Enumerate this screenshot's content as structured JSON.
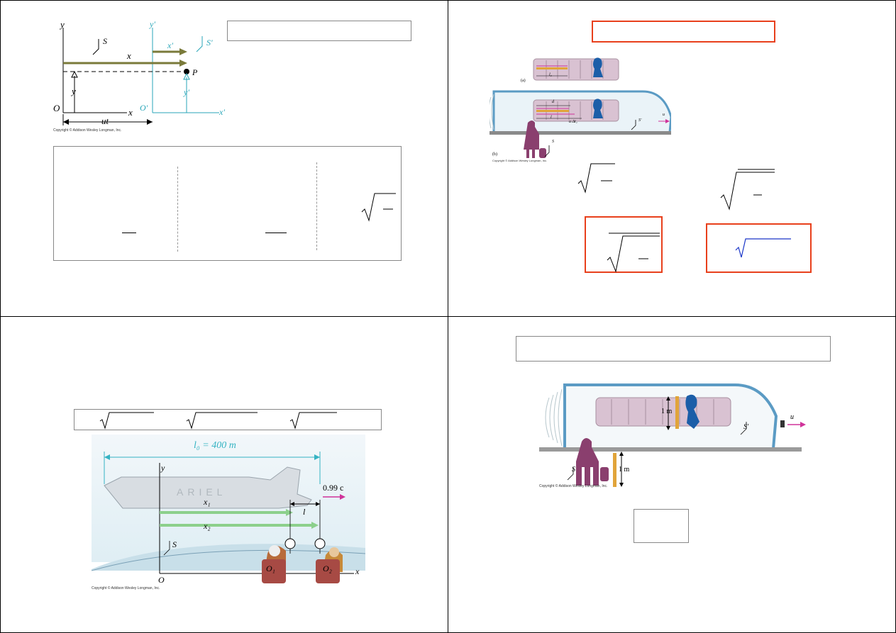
{
  "q1": {
    "figure": {
      "axis_y": "y",
      "axis_x": "x",
      "axis_y_prime": "y'",
      "axis_x_prime": "x'",
      "frame_s": "S",
      "frame_s_prime": "S'",
      "origin": "O",
      "origin_prime": "O'",
      "point": "P",
      "arrow_x": "x",
      "arrow_x_prime": "x'",
      "label_y": "y",
      "label_y_prime": "y'",
      "label_ut": "ut",
      "copyright": "Copyright © Addison Wesley Longman, Inc."
    }
  },
  "q2": {
    "figure": {
      "label_a": "(a)",
      "label_b": "(b)",
      "label_l0": "l₀",
      "label_d": "d",
      "label_l": "l",
      "label_udt": "u Δt₁",
      "label_u": "u",
      "frame_s": "S",
      "frame_s_prime": "S'",
      "copyright": "Copyright © Addison Wesley Longman, Inc."
    }
  },
  "q3": {
    "figure": {
      "label_l0": "l₀ = 400 m",
      "label_speed": "0.99 c",
      "label_x1": "x₁",
      "label_x2": "x₂",
      "label_l": "l",
      "axis_y": "y",
      "axis_x": "x",
      "origin": "O",
      "frame_s": "S",
      "observer_1": "O₁",
      "observer_2": "O₂",
      "copyright": "Copyright © Addison Wesley Longman, Inc."
    }
  },
  "q4": {
    "figure": {
      "label_1m_train": "1 m",
      "label_1m_ground": "1 m",
      "frame_s": "S",
      "frame_s_prime": "S'",
      "label_u": "u",
      "copyright": "Copyright © Addison Wesley Longman, Inc."
    }
  }
}
